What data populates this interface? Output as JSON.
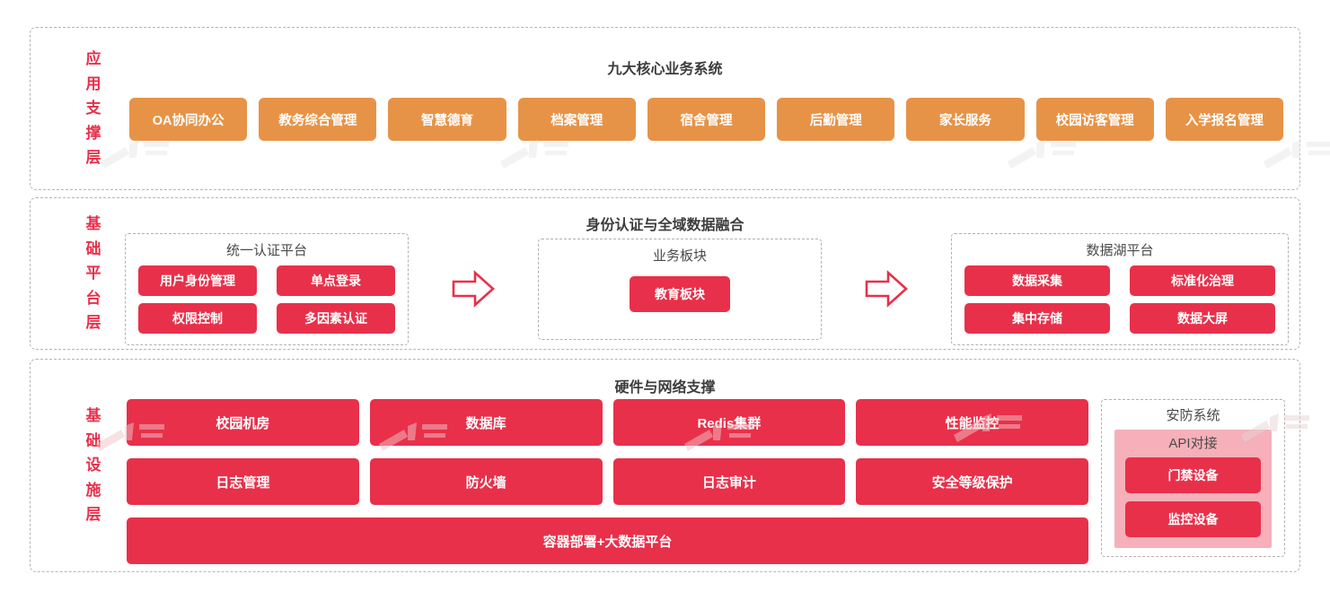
{
  "layers": {
    "application": {
      "label_chars": [
        "应",
        "用",
        "支",
        "撑",
        "层"
      ],
      "title": "九大核心业务系统",
      "systems": [
        "OA协同办公",
        "教务综合管理",
        "智慧德育",
        "档案管理",
        "宿舍管理",
        "后勤管理",
        "家长服务",
        "校园访客管理",
        "入学报名管理"
      ]
    },
    "platform": {
      "label_chars": [
        "基",
        "础",
        "平",
        "台",
        "层"
      ],
      "title": "身份认证与全域数据融合",
      "groups": [
        {
          "name": "统一认证平台",
          "items": [
            "用户身份管理",
            "单点登录",
            "权限控制",
            "多因素认证"
          ]
        },
        {
          "name": "业务板块",
          "items": [
            "教育板块"
          ]
        },
        {
          "name": "数据湖平台",
          "items": [
            "数据采集",
            "标准化治理",
            "集中存储",
            "数据大屏"
          ]
        }
      ],
      "arrow_icon": "right-arrow-icon"
    },
    "infrastructure": {
      "label_chars": [
        "基",
        "础",
        "设",
        "施",
        "层"
      ],
      "title": "硬件与网络支撑",
      "row1": [
        "校园机房",
        "数据库",
        "Redis集群",
        "性能监控"
      ],
      "row2": [
        "日志管理",
        "防火墙",
        "日志审计",
        "安全等级保护"
      ],
      "wide": "容器部署+大数据平台",
      "security": {
        "title": "安防系统",
        "api_title": "API对接",
        "devices": [
          "门禁设备",
          "监控设备"
        ]
      }
    }
  },
  "colors": {
    "orange": "#e79347",
    "red": "#e8304a",
    "pink": "#f5b0ba",
    "border_dashed": "#b5b5b5",
    "title_text": "#3c3c3c",
    "background": "#ffffff"
  }
}
